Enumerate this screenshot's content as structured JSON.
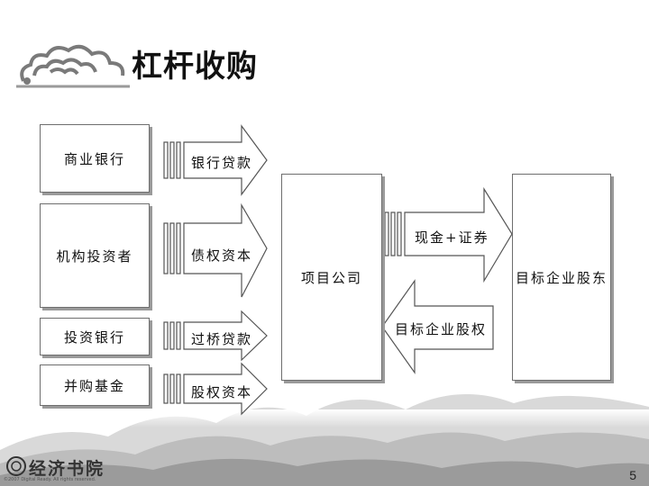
{
  "title": "杠杆收购",
  "sources": [
    {
      "label": "商业银行",
      "arrow": "银行贷款"
    },
    {
      "label": "机构投资者",
      "arrow": "债权资本"
    },
    {
      "label": "投资银行",
      "arrow": "过桥贷款"
    },
    {
      "label": "并购基金",
      "arrow": "股权资本"
    }
  ],
  "project_company": "项目公司",
  "target": "目标企业股东",
  "flow_right": "现金+证券",
  "flow_left": "目标企业股权",
  "footer": {
    "logo_text": "经济书院",
    "copyright": "©2007 Digital Ready. All rights reserved.",
    "page_number": "5"
  }
}
